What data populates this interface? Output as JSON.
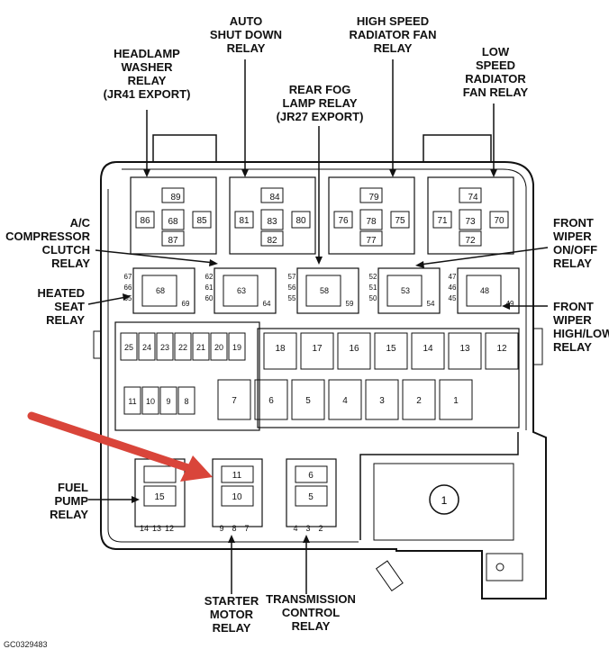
{
  "labels": {
    "headlamp_washer": "HEADLAMP\nWASHER\nRELAY\n(JR41 EXPORT)",
    "auto_shut_down": "AUTO\nSHUT DOWN\nRELAY",
    "high_speed_fan": "HIGH SPEED\nRADIATOR FAN\nRELAY",
    "low_speed_fan": "LOW\nSPEED\nRADIATOR\nFAN RELAY",
    "rear_fog": "REAR FOG\nLAMP RELAY\n(JR27 EXPORT)",
    "ac_compressor": "A/C\nCOMPRESSOR\nCLUTCH\nRELAY",
    "heated_seat": "HEATED\nSEAT\nRELAY",
    "front_wiper_onoff": "FRONT\nWIPER\nON/OFF\nRELAY",
    "front_wiper_highlow": "FRONT\nWIPER\nHIGH/LOW\nRELAY",
    "fuel_pump": "FUEL\nPUMP\nRELAY",
    "starter_motor": "STARTER\nMOTOR\nRELAY",
    "transmission_control": "TRANSMISSION\nCONTROL\nRELAY"
  },
  "figure_code": "GC0329483",
  "top_relays": [
    {
      "pins": [
        "89",
        "86",
        "68",
        "85",
        "87"
      ]
    },
    {
      "pins": [
        "84",
        "81",
        "83",
        "80",
        "82"
      ]
    },
    {
      "pins": [
        "79",
        "76",
        "78",
        "75",
        "77"
      ]
    },
    {
      "pins": [
        "74",
        "71",
        "73",
        "70",
        "72"
      ]
    }
  ],
  "mini_relays": [
    {
      "pins": [
        "67",
        "66",
        "65",
        "68",
        "69"
      ]
    },
    {
      "pins": [
        "62",
        "61",
        "60",
        "63",
        "64"
      ]
    },
    {
      "pins": [
        "57",
        "56",
        "55",
        "58",
        "59"
      ]
    },
    {
      "pins": [
        "52",
        "51",
        "50",
        "53",
        "54"
      ]
    },
    {
      "pins": [
        "47",
        "46",
        "45",
        "48",
        "49"
      ]
    }
  ],
  "small_fuses": [
    "25",
    "24",
    "23",
    "22",
    "21",
    "20",
    "19"
  ],
  "small_fuses_lower": [
    "11",
    "10",
    "9",
    "8"
  ],
  "right_fuses_top": [
    "18",
    "17",
    "16",
    "15",
    "14",
    "13",
    "12"
  ],
  "right_fuses_bottom": [
    "7",
    "6",
    "5",
    "4",
    "3",
    "2",
    "1"
  ],
  "bottom_relays": [
    {
      "top": "",
      "mid": "15",
      "bottom": [
        "14",
        "13",
        "12"
      ]
    },
    {
      "top": "11",
      "mid": "10",
      "bottom": [
        "9",
        "8",
        "7"
      ]
    },
    {
      "top": "6",
      "mid": "5",
      "bottom": [
        "4",
        "3",
        "2"
      ]
    }
  ],
  "big_fuse": "1",
  "colors": {
    "arrow": "#d9453a",
    "line": "#111111"
  }
}
